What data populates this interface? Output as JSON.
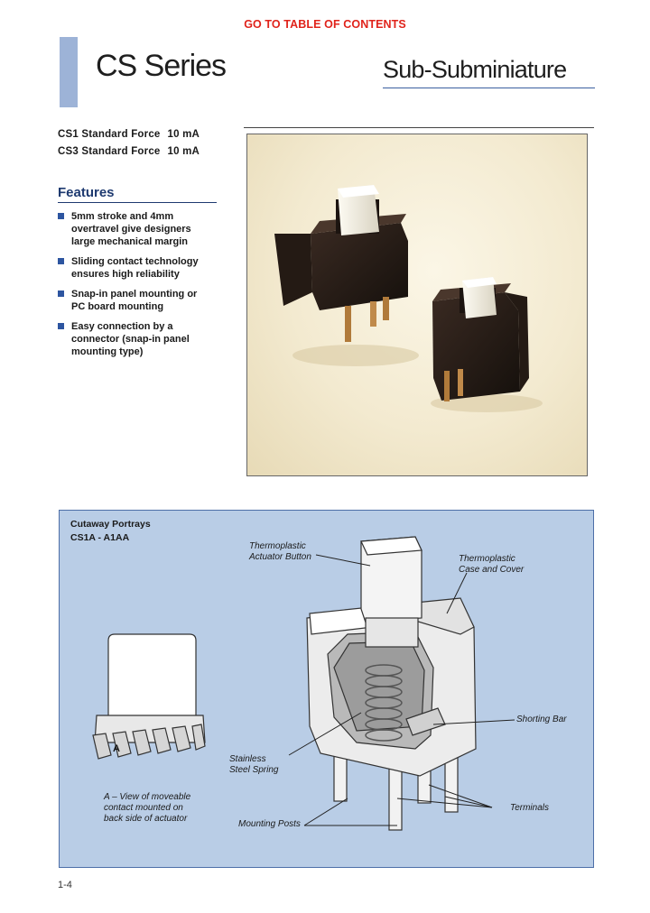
{
  "header": {
    "toc_link": "GO TO TABLE OF CONTENTS",
    "series_title": "CS Series",
    "subtitle": "Sub-Subminiature"
  },
  "models": [
    {
      "name": "CS1 Standard Force",
      "rating": "10 mA"
    },
    {
      "name": "CS3 Standard Force",
      "rating": "10 mA"
    }
  ],
  "features": {
    "title": "Features",
    "items": [
      [
        "5mm stroke and 4mm",
        "overtravel give designers",
        "large mechanical margin"
      ],
      [
        "Sliding contact technology",
        "ensures high reliability"
      ],
      [
        "Snap-in panel mounting or",
        "PC board mounting"
      ],
      [
        "Easy connection by a",
        "connector (snap-in panel",
        "mounting type)"
      ]
    ]
  },
  "cutaway": {
    "title": "Cutaway Portrays",
    "model": "CS1A - A1AA",
    "labels": {
      "actuator": [
        "Thermoplastic",
        "Actuator Button"
      ],
      "case": [
        "Thermoplastic",
        "Case and Cover"
      ],
      "shorting_bar": "Shorting Bar",
      "spring": [
        "Stainless",
        "Steel Spring"
      ],
      "terminals": "Terminals",
      "mounting_posts": "Mounting Posts",
      "view_a": [
        "A – View of moveable",
        "contact mounted on",
        "back side of actuator"
      ]
    }
  },
  "footer": {
    "page_number": "1-4"
  },
  "colors": {
    "toc_red": "#e0231b",
    "accent_blue": "#9db3d7",
    "panel_blue": "#b9cde6",
    "heading_navy": "#1e3a70"
  }
}
